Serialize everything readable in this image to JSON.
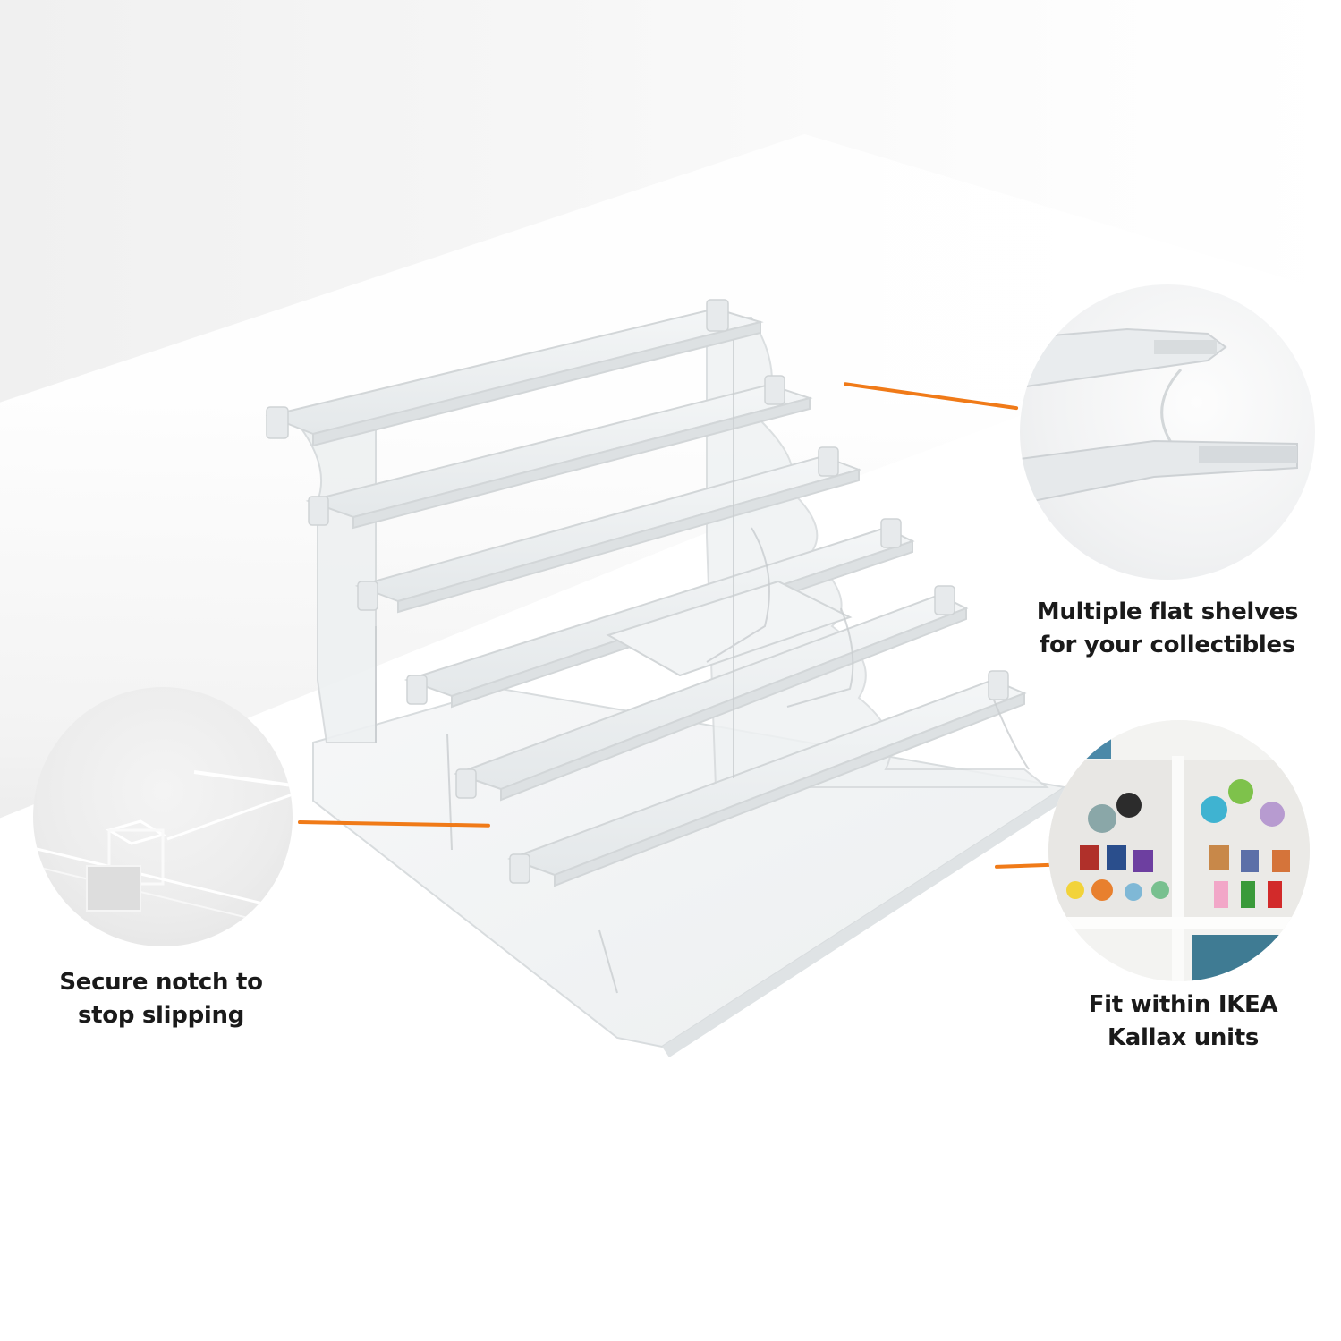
{
  "theme": {
    "accent": "#f07a18",
    "caption_color": "#1a1a1a",
    "background": "#ffffff",
    "band_color": "#ececec"
  },
  "product": {
    "name": "clear acrylic tiered display stand",
    "tiers": 6
  },
  "callouts": [
    {
      "id": "flat-shelves",
      "image": "close-up of shelf edges",
      "caption_lines": [
        "Multiple flat shelves",
        "for your collectibles"
      ]
    },
    {
      "id": "secure-notch",
      "image": "close-up of locking notch",
      "caption_lines": [
        "Secure notch to",
        "stop slipping"
      ]
    },
    {
      "id": "ikea-kallax",
      "image": "figures displayed in cube shelf",
      "caption_lines": [
        "Fit within IKEA",
        "Kallax units"
      ]
    }
  ]
}
